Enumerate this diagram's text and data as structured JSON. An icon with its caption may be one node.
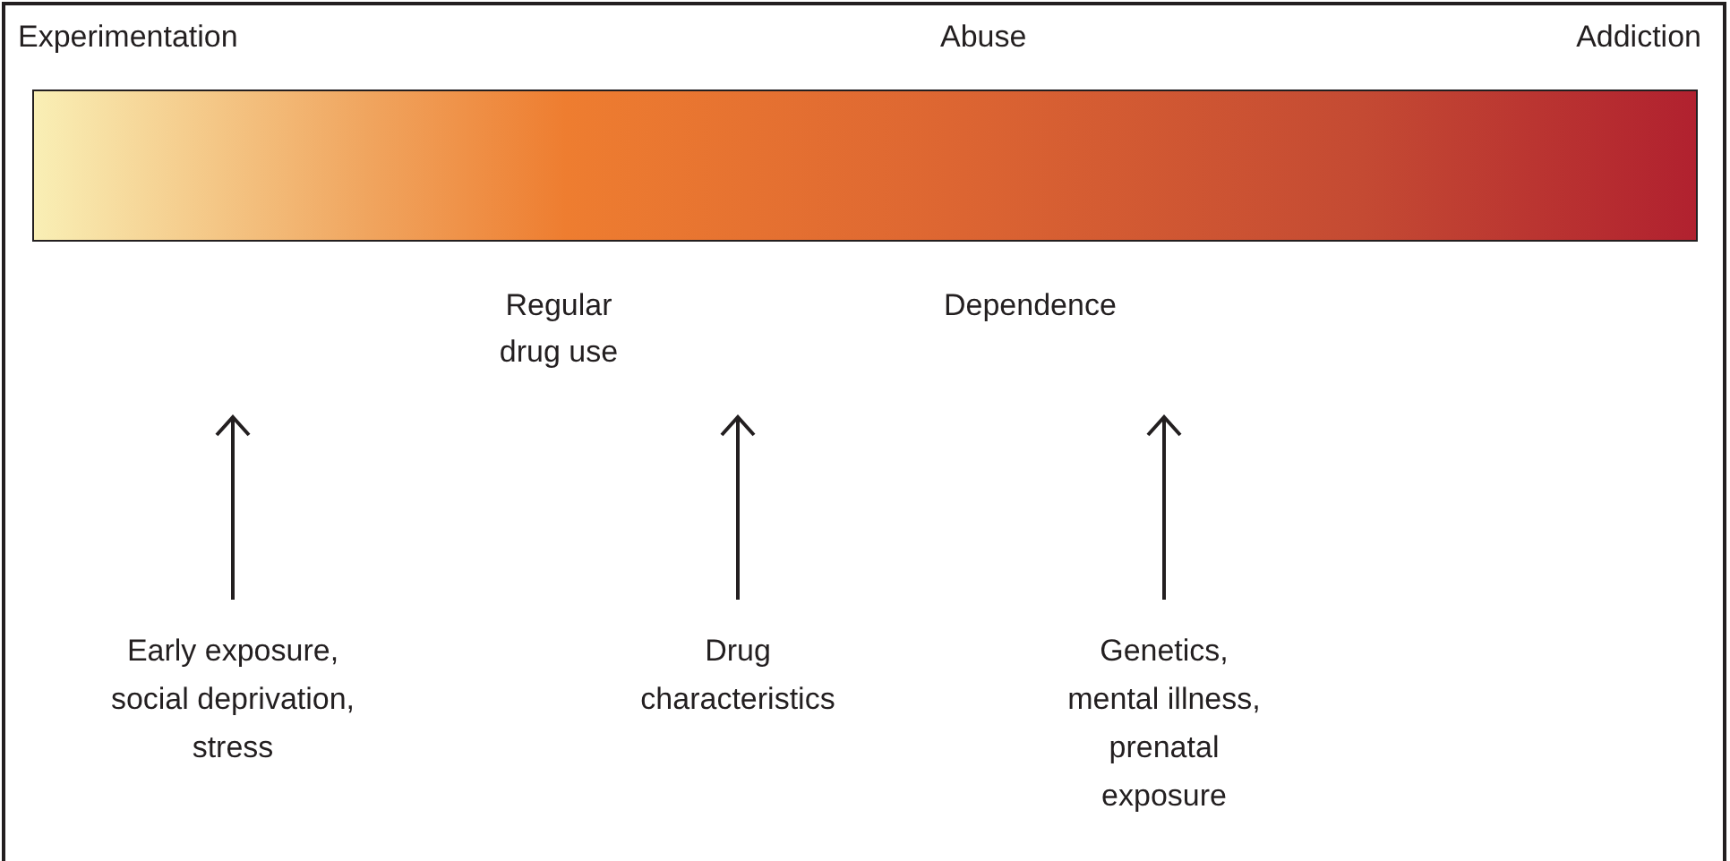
{
  "diagram": {
    "nodes": [
      {
        "text": [],
        "shape": "bar"
      },
      {
        "text": [
          "Early exposure, social deprivation, stress"
        ]
      },
      {
        "text": [
          "Drug characteristics"
        ]
      },
      {
        "text": [
          "Genetics, mental illness, prenatal exposure"
        ]
      }
    ],
    "edges": [
      {
        "from": 1,
        "to": null,
        "arrow": "to"
      },
      {
        "from": 2,
        "to": null,
        "arrow": "to"
      },
      {
        "from": 3,
        "to": null,
        "arrow": "to"
      }
    ],
    "labels": [
      "Experimentation",
      "Abuse",
      "Addiction",
      "Regular drug use",
      "Dependence"
    ]
  }
}
